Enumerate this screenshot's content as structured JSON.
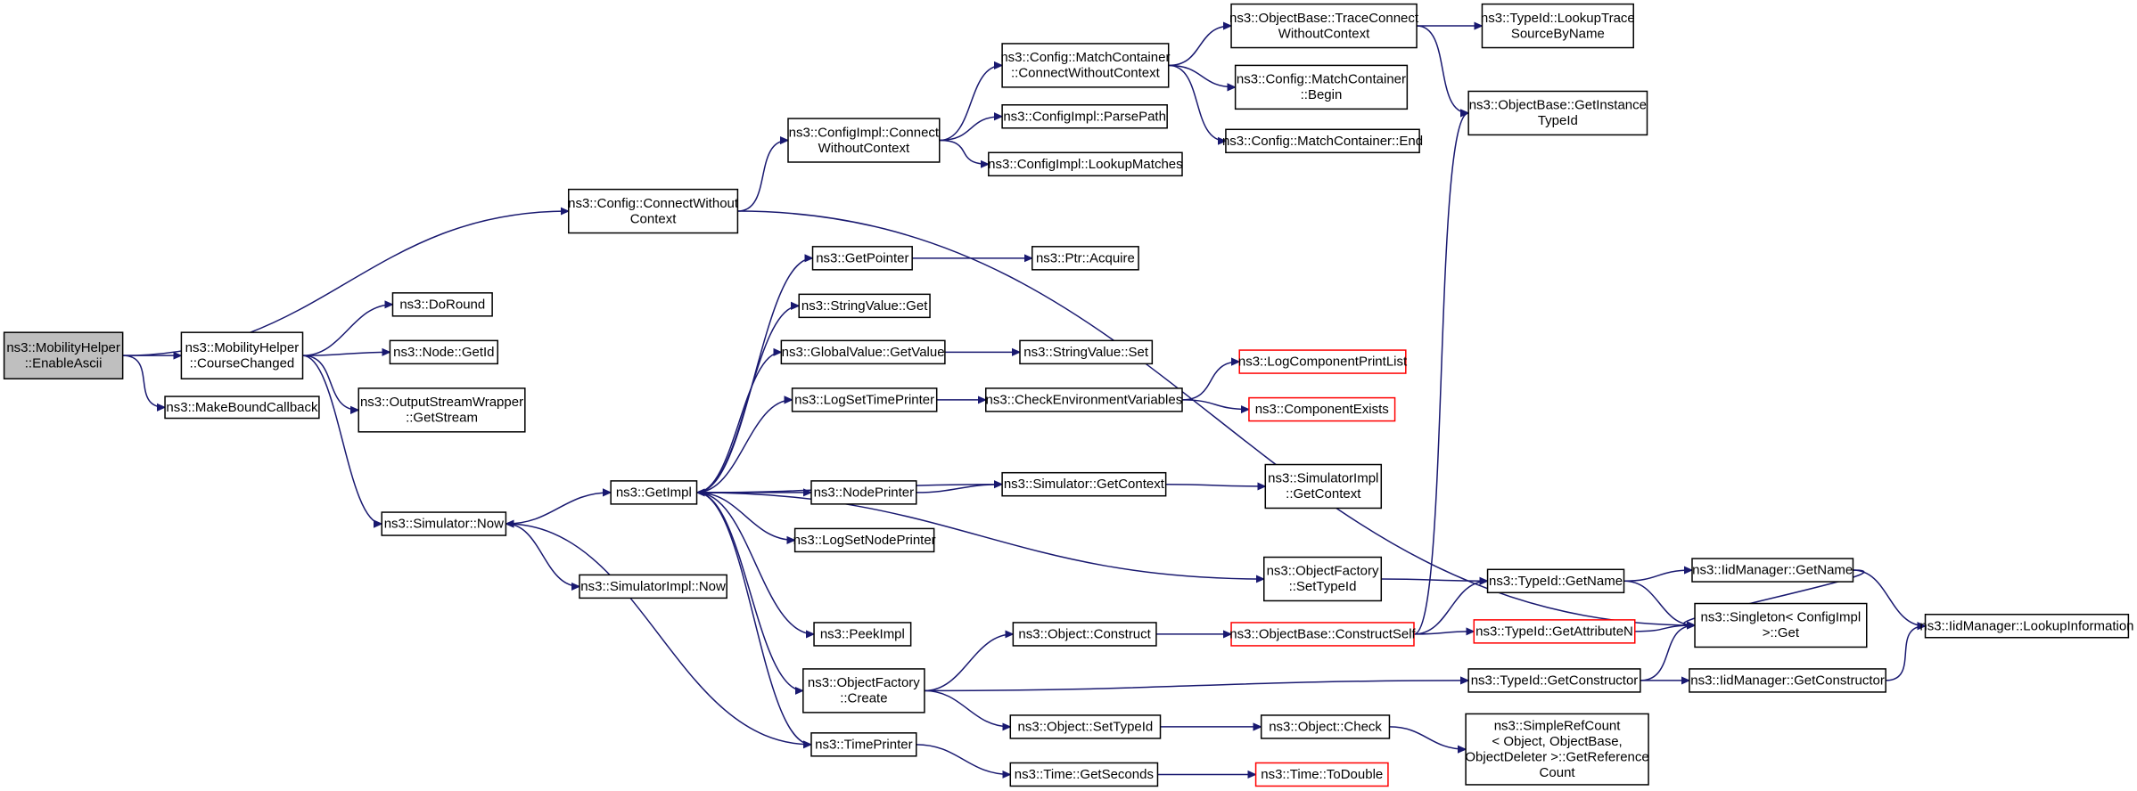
{
  "colors": {
    "edge": "#191970",
    "node_border": "#000000",
    "node_border_highlight": "#ff0000",
    "root_fill": "#bfbfbf",
    "node_fill": "#ffffff"
  },
  "nodes": {
    "root": {
      "lines": [
        "ns3::MobilityHelper",
        "::EnableAscii"
      ]
    },
    "config_cwc": {
      "lines": [
        "ns3::Config::ConnectWithout",
        "Context"
      ]
    },
    "mh_course": {
      "lines": [
        "ns3::MobilityHelper",
        "::CourseChanged"
      ]
    },
    "make_bound": {
      "lines": [
        "ns3::MakeBoundCallback"
      ]
    },
    "configimpl_cwc": {
      "lines": [
        "ns3::ConfigImpl::Connect",
        "WithoutContext"
      ]
    },
    "matchcontainer_cwc": {
      "lines": [
        "ns3::Config::MatchContainer",
        "::ConnectWithoutContext"
      ]
    },
    "parsepath": {
      "lines": [
        "ns3::ConfigImpl::ParsePath"
      ]
    },
    "lookupmatches": {
      "lines": [
        "ns3::ConfigImpl::LookupMatches"
      ]
    },
    "trace_cwc": {
      "lines": [
        "ns3::ObjectBase::TraceConnect",
        "WithoutContext"
      ]
    },
    "mc_begin": {
      "lines": [
        "ns3::Config::MatchContainer",
        "::Begin"
      ]
    },
    "mc_end": {
      "lines": [
        "ns3::Config::MatchContainer::End"
      ]
    },
    "lookup_trace": {
      "lines": [
        "ns3::TypeId::LookupTrace",
        "SourceByName"
      ]
    },
    "get_instance_typeid": {
      "lines": [
        "ns3::ObjectBase::GetInstance",
        "TypeId"
      ]
    },
    "doround": {
      "lines": [
        "ns3::DoRound"
      ]
    },
    "node_getid": {
      "lines": [
        "ns3::Node::GetId"
      ]
    },
    "osw_getstream": {
      "lines": [
        "ns3::OutputStreamWrapper",
        "::GetStream"
      ]
    },
    "sim_now": {
      "lines": [
        "ns3::Simulator::Now"
      ]
    },
    "simimpl_now": {
      "lines": [
        "ns3::SimulatorImpl::Now"
      ]
    },
    "getimpl": {
      "lines": [
        "ns3::GetImpl"
      ]
    },
    "getpointer": {
      "lines": [
        "ns3::GetPointer"
      ]
    },
    "ptr_acquire": {
      "lines": [
        "ns3::Ptr::Acquire"
      ]
    },
    "stringvalue_get": {
      "lines": [
        "ns3::StringValue::Get"
      ]
    },
    "globalvalue_getvalue": {
      "lines": [
        "ns3::GlobalValue::GetValue"
      ]
    },
    "stringvalue_set": {
      "lines": [
        "ns3::StringValue::Set"
      ]
    },
    "logsettimeprinter": {
      "lines": [
        "ns3::LogSetTimePrinter"
      ]
    },
    "checkenv": {
      "lines": [
        "ns3::CheckEnvironmentVariables"
      ]
    },
    "logcompprintlist": {
      "lines": [
        "ns3::LogComponentPrintList"
      ]
    },
    "componentexists": {
      "lines": [
        "ns3::ComponentExists"
      ]
    },
    "nodeprinter": {
      "lines": [
        "ns3::NodePrinter"
      ]
    },
    "sim_getcontext": {
      "lines": [
        "ns3::Simulator::GetContext"
      ]
    },
    "simimpl_getcontext": {
      "lines": [
        "ns3::SimulatorImpl",
        "::GetContext"
      ]
    },
    "logsetnodeprinter": {
      "lines": [
        "ns3::LogSetNodePrinter"
      ]
    },
    "objfactory_settypeid": {
      "lines": [
        "ns3::ObjectFactory",
        "::SetTypeId"
      ]
    },
    "typeid_getname": {
      "lines": [
        "ns3::TypeId::GetName"
      ]
    },
    "iidmanager_getname": {
      "lines": [
        "ns3::IidManager::GetName"
      ]
    },
    "singleton_get": {
      "lines": [
        "ns3::Singleton< ConfigImpl",
        ">::Get"
      ]
    },
    "iidmanager_lookupinfo": {
      "lines": [
        "ns3::IidManager::LookupInformation"
      ]
    },
    "peekimpl": {
      "lines": [
        "ns3::PeekImpl"
      ]
    },
    "object_construct": {
      "lines": [
        "ns3::Object::Construct"
      ]
    },
    "objectbase_constructself": {
      "lines": [
        "ns3::ObjectBase::ConstructSelf"
      ]
    },
    "typeid_getattributen": {
      "lines": [
        "ns3::TypeId::GetAttributeN"
      ]
    },
    "objfactory_create": {
      "lines": [
        "ns3::ObjectFactory",
        "::Create"
      ]
    },
    "typeid_getconstructor": {
      "lines": [
        "ns3::TypeId::GetConstructor"
      ]
    },
    "iidmanager_getconstructor": {
      "lines": [
        "ns3::IidManager::GetConstructor"
      ]
    },
    "object_settypeid": {
      "lines": [
        "ns3::Object::SetTypeId"
      ]
    },
    "object_check": {
      "lines": [
        "ns3::Object::Check"
      ]
    },
    "simplerefcount": {
      "lines": [
        "ns3::SimpleRefCount",
        "< Object, ObjectBase,",
        "ObjectDeleter >::GetReference",
        "Count"
      ]
    },
    "timeprinter": {
      "lines": [
        "ns3::TimePrinter"
      ]
    },
    "time_getseconds": {
      "lines": [
        "ns3::Time::GetSeconds"
      ]
    },
    "time_todouble": {
      "lines": [
        "ns3::Time::ToDouble"
      ]
    }
  },
  "edges": [
    [
      "root",
      "config_cwc"
    ],
    [
      "root",
      "mh_course"
    ],
    [
      "root",
      "make_bound"
    ],
    [
      "config_cwc",
      "configimpl_cwc"
    ],
    [
      "config_cwc",
      "singleton_get"
    ],
    [
      "configimpl_cwc",
      "matchcontainer_cwc"
    ],
    [
      "configimpl_cwc",
      "parsepath"
    ],
    [
      "configimpl_cwc",
      "lookupmatches"
    ],
    [
      "matchcontainer_cwc",
      "trace_cwc"
    ],
    [
      "matchcontainer_cwc",
      "mc_begin"
    ],
    [
      "matchcontainer_cwc",
      "mc_end"
    ],
    [
      "trace_cwc",
      "lookup_trace"
    ],
    [
      "trace_cwc",
      "get_instance_typeid"
    ],
    [
      "mh_course",
      "doround"
    ],
    [
      "mh_course",
      "node_getid"
    ],
    [
      "mh_course",
      "osw_getstream"
    ],
    [
      "mh_course",
      "sim_now"
    ],
    [
      "sim_now",
      "getimpl"
    ],
    [
      "sim_now",
      "simimpl_now"
    ],
    [
      "getimpl",
      "getpointer"
    ],
    [
      "getimpl",
      "stringvalue_get"
    ],
    [
      "getimpl",
      "globalvalue_getvalue"
    ],
    [
      "getimpl",
      "logsettimeprinter"
    ],
    [
      "getimpl",
      "nodeprinter"
    ],
    [
      "getimpl",
      "logsetnodeprinter"
    ],
    [
      "getimpl",
      "objfactory_settypeid"
    ],
    [
      "getimpl",
      "peekimpl"
    ],
    [
      "getimpl",
      "objfactory_create"
    ],
    [
      "getimpl",
      "timeprinter"
    ],
    [
      "getpointer",
      "ptr_acquire"
    ],
    [
      "globalvalue_getvalue",
      "stringvalue_set"
    ],
    [
      "logsettimeprinter",
      "checkenv"
    ],
    [
      "checkenv",
      "logcompprintlist"
    ],
    [
      "checkenv",
      "componentexists"
    ],
    [
      "nodeprinter",
      "sim_getcontext"
    ],
    [
      "sim_getcontext",
      "getimpl"
    ],
    [
      "sim_getcontext",
      "simimpl_getcontext"
    ],
    [
      "objfactory_settypeid",
      "typeid_getname"
    ],
    [
      "typeid_getname",
      "iidmanager_getname"
    ],
    [
      "typeid_getname",
      "singleton_get"
    ],
    [
      "iidmanager_getname",
      "singleton_get"
    ],
    [
      "iidmanager_getname",
      "iidmanager_lookupinfo"
    ],
    [
      "objfactory_create",
      "object_construct"
    ],
    [
      "objfactory_create",
      "typeid_getconstructor"
    ],
    [
      "objfactory_create",
      "object_settypeid"
    ],
    [
      "object_construct",
      "objectbase_constructself"
    ],
    [
      "objectbase_constructself",
      "get_instance_typeid"
    ],
    [
      "objectbase_constructself",
      "typeid_getname"
    ],
    [
      "objectbase_constructself",
      "typeid_getattributen"
    ],
    [
      "typeid_getattributen",
      "singleton_get"
    ],
    [
      "typeid_getconstructor",
      "singleton_get"
    ],
    [
      "typeid_getconstructor",
      "iidmanager_getconstructor"
    ],
    [
      "iidmanager_getconstructor",
      "iidmanager_lookupinfo"
    ],
    [
      "object_settypeid",
      "object_check"
    ],
    [
      "object_check",
      "simplerefcount"
    ],
    [
      "timeprinter",
      "sim_now"
    ],
    [
      "timeprinter",
      "time_getseconds"
    ],
    [
      "time_getseconds",
      "time_todouble"
    ]
  ]
}
